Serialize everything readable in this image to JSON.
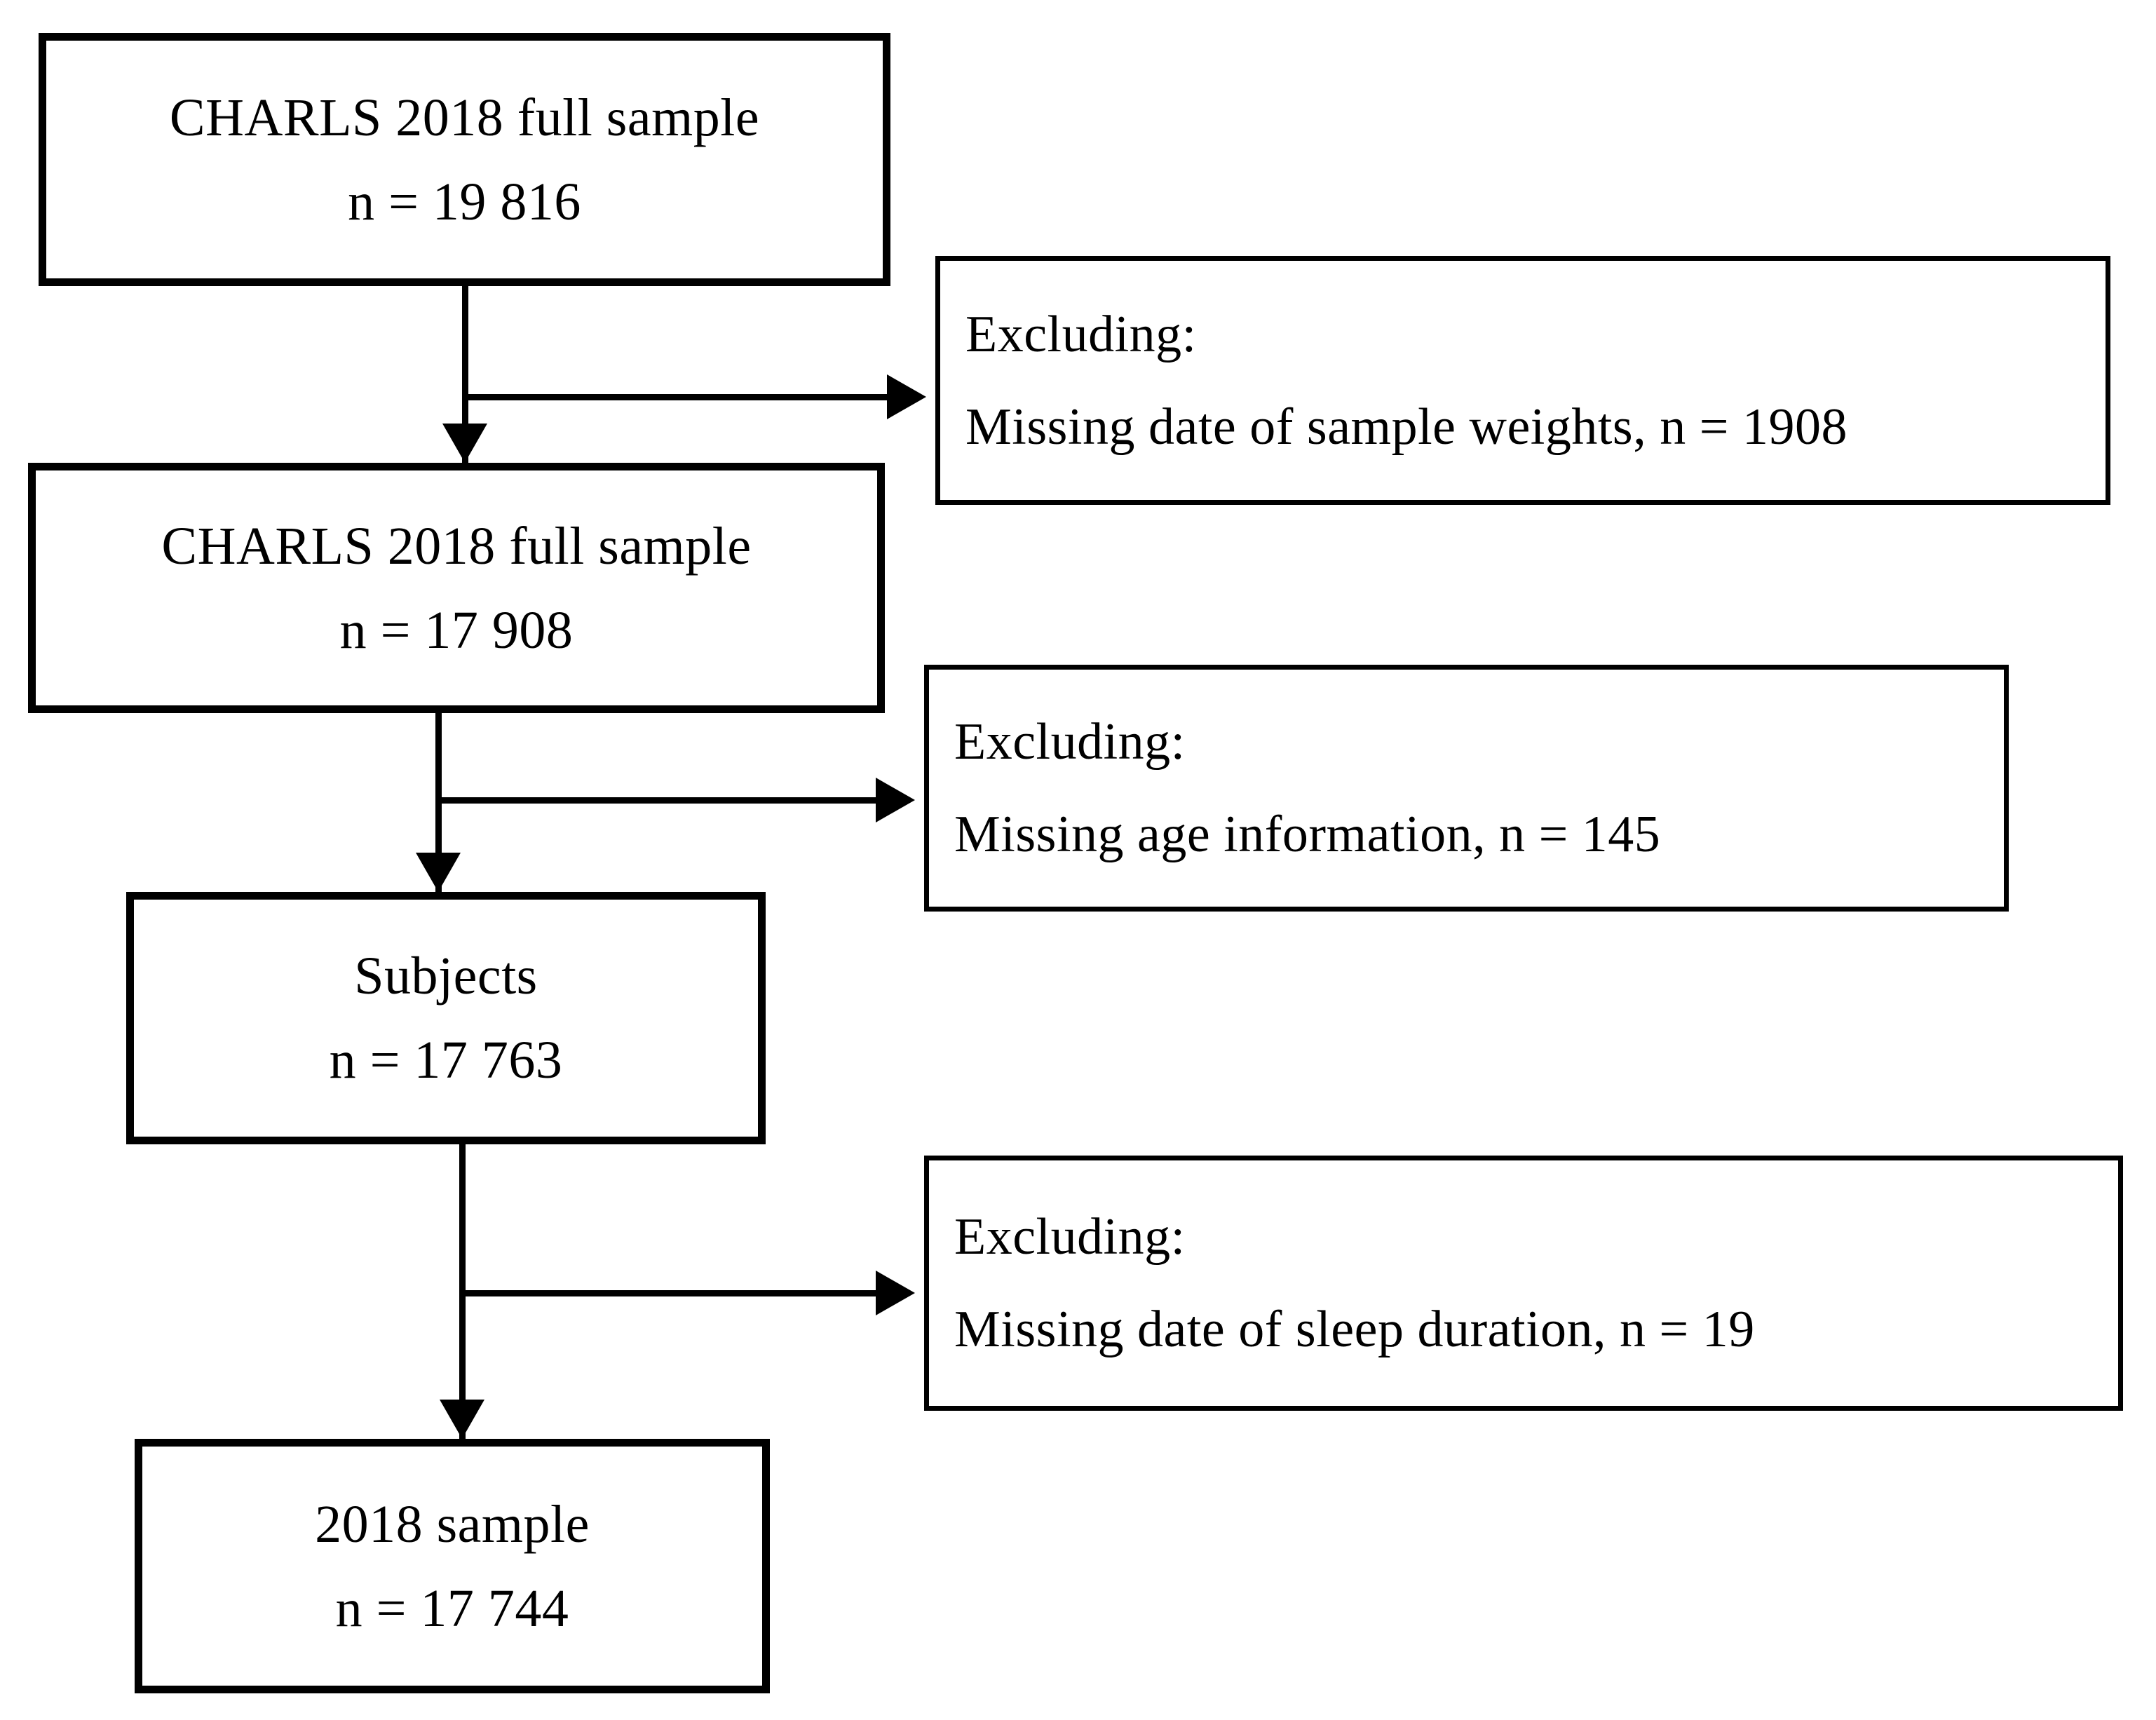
{
  "figure": {
    "type": "flowchart",
    "orientation": "top-to-bottom",
    "description": "Participant selection flow diagram"
  },
  "nodes": {
    "box1": {
      "title": "CHARLS 2018 full sample",
      "count": "n = 19 816"
    },
    "box2": {
      "title": "CHARLS 2018 full sample",
      "count": "n = 17 908"
    },
    "box3": {
      "title": "Subjects",
      "count": "n = 17 763"
    },
    "box4": {
      "title": "2018 sample",
      "count": "n = 17 744"
    }
  },
  "exclusions": {
    "excl1": {
      "header": "Excluding:",
      "reason": "Missing date of sample weights, n = 1908"
    },
    "excl2": {
      "header": "Excluding:",
      "reason": "Missing age information, n = 145"
    },
    "excl3": {
      "header": "Excluding:",
      "reason": "Missing date of sleep duration, n = 19"
    }
  },
  "colors": {
    "stroke": "#000000",
    "background": "#ffffff"
  }
}
